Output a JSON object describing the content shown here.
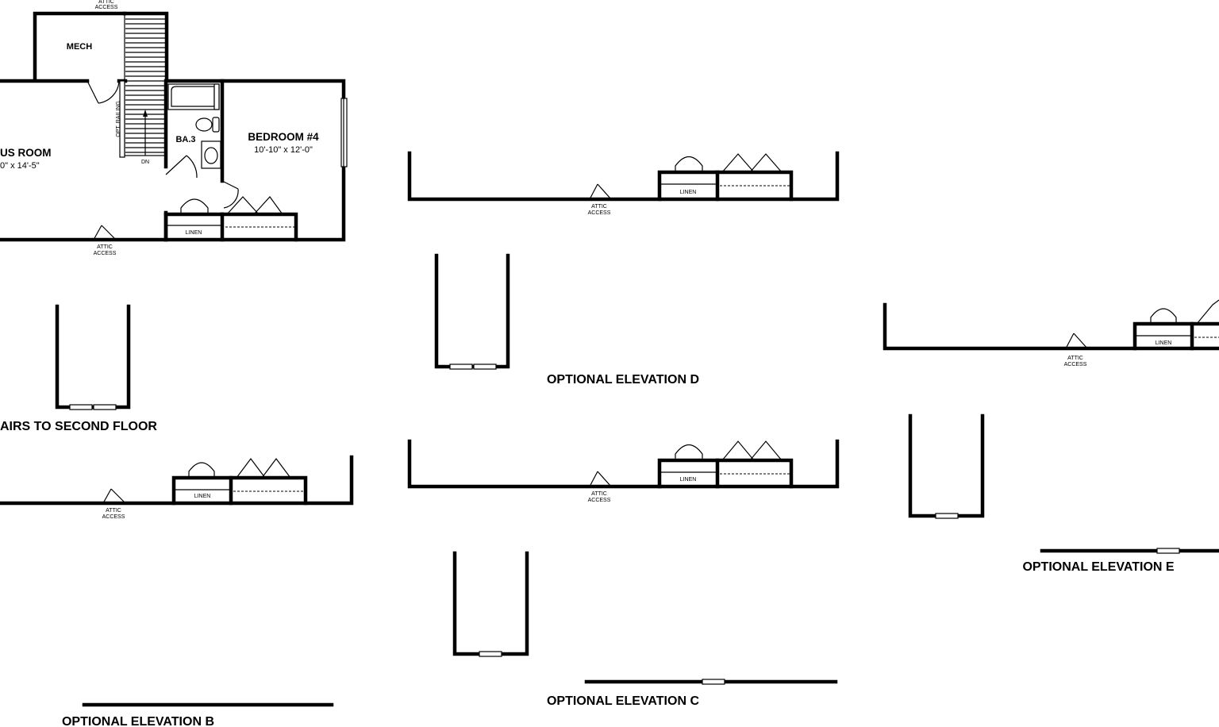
{
  "labels": {
    "attic_access_1": "ATTIC",
    "attic_access_2": "ACCESS",
    "linen": "LINEN",
    "mech": "MECH",
    "bonus_room": "US ROOM",
    "bonus_room_dim": "0\" x 14'-5\"",
    "bath": "BA.3",
    "bedroom": "BEDROOM #4",
    "bedroom_dim": "10'-10\" x 12'-0\"",
    "dn": "DN",
    "opt_railing": "OPT. RAILING",
    "stairs": "AIRS TO SECOND FLOOR",
    "elev_b": "OPTIONAL ELEVATION B",
    "elev_c": "OPTIONAL ELEVATION C",
    "elev_d": "OPTIONAL ELEVATION D",
    "elev_e": "OPTIONAL ELEVATION E"
  }
}
